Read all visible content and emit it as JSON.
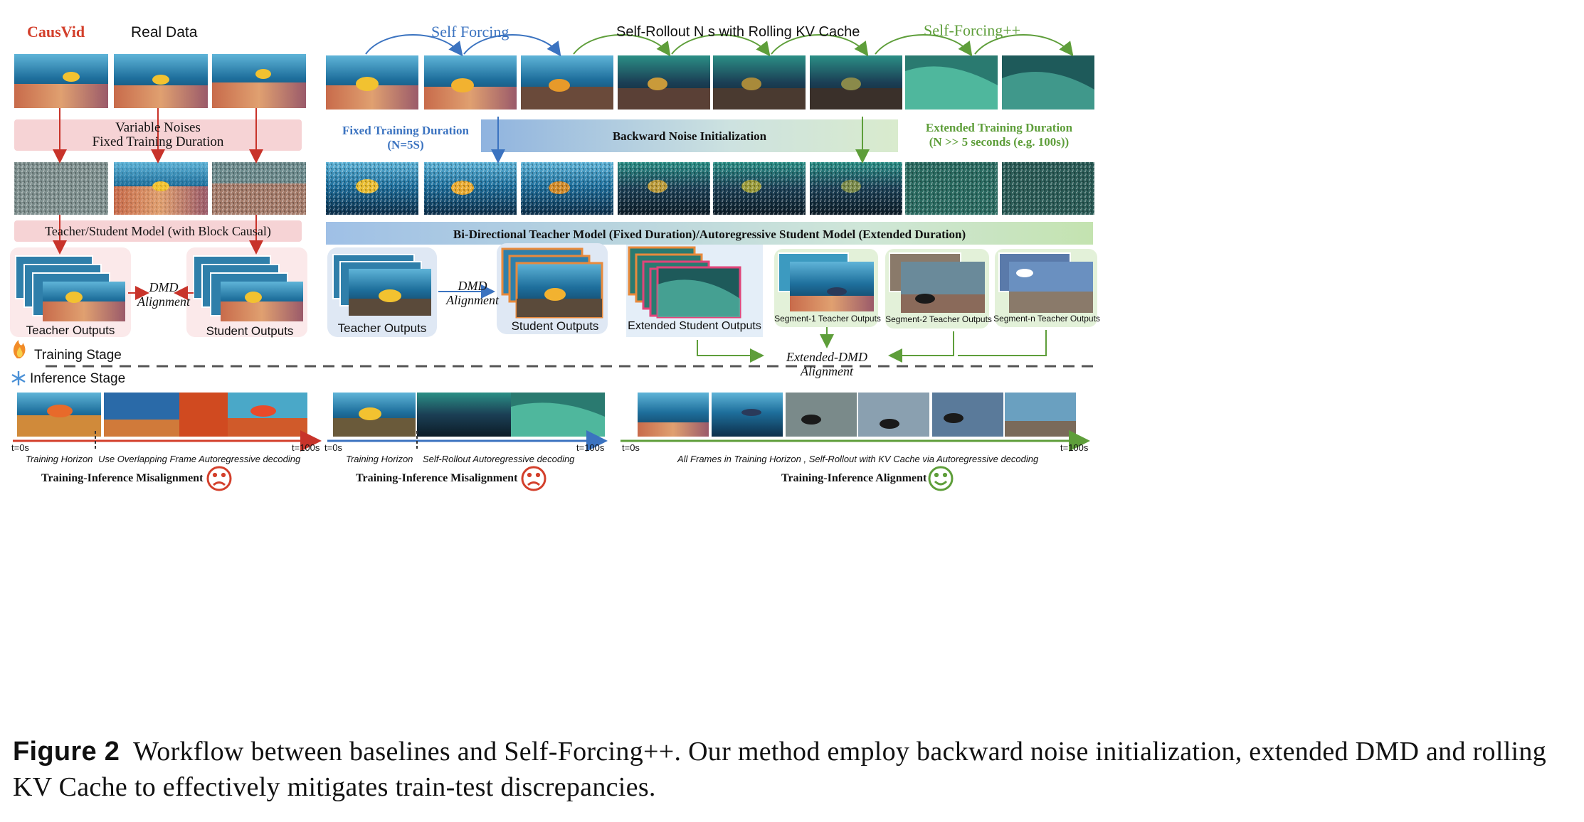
{
  "baseline_left": {
    "method": "CausVid",
    "data_label": "Real Data",
    "noise_bar": [
      "Variable Noises",
      "Fixed Training Duration"
    ],
    "model_bar": "Teacher/Student Model (with Block Causal)",
    "teacher_label": "Teacher Outputs",
    "student_label": "Student Outputs",
    "dmd": [
      "DMD",
      "Alignment"
    ]
  },
  "rollout": {
    "method_self_forcing": "Self Forcing",
    "rollout_title": "Self-Rollout N s with Rolling KV Cache",
    "method_plus": "Self-Forcing++",
    "fixed_duration": [
      "Fixed Training Duration",
      "(N=5S)"
    ],
    "backward_noise": "Backward Noise Initialization",
    "extended_duration": [
      "Extended Training Duration",
      "(N >> 5 seconds (e.g. 100s))"
    ],
    "model_bar": "Bi-Directional Teacher Model (Fixed Duration)/Autoregressive Student Model (Extended Duration)",
    "teacher_label": "Teacher Outputs",
    "student_label": "Student Outputs",
    "extended_student_label": "Extended Student Outputs",
    "dmd": [
      "DMD",
      "Alignment"
    ],
    "segments": [
      "Segment-1 Teacher Outputs",
      "Segment-2 Teacher Outputs",
      "Segment-n Teacher Outputs"
    ],
    "extended_dmd": [
      "Extended-DMD",
      "Alignment"
    ]
  },
  "stages": {
    "training": "Training Stage",
    "inference": "Inference Stage",
    "fire_icon": "fire-icon",
    "snow_icon": "snowflake-icon"
  },
  "inference": {
    "left": {
      "start": "t=0s",
      "end": "t=100s",
      "horizon": "Training Horizon",
      "desc": "Use Overlapping Frame Autoregressive decoding",
      "verdict": "Training-Inference Misalignment",
      "face": "sad-face-icon"
    },
    "mid": {
      "start": "t=0s",
      "end": "t=100s",
      "horizon": "Training Horizon",
      "desc": "Self-Rollout Autoregressive decoding",
      "verdict": "Training-Inference Misalignment",
      "face": "sad-face-icon"
    },
    "right": {
      "start": "t=0s",
      "end": "t=100s",
      "desc": "All Frames in Training Horizon , Self-Rollout with KV Cache via Autoregressive decoding",
      "verdict": "Training-Inference Alignment",
      "face": "happy-face-icon"
    }
  },
  "caption": {
    "figure": "Figure 2",
    "text": "Workflow between baselines and Self-Forcing++. Our method employ backward noise initialization, extended DMD and rolling KV Cache to effectively mitigates train-test discrepancies."
  },
  "colors": {
    "red": "#d33f2b",
    "blue": "#3b73c0",
    "green": "#5e9e3a",
    "pink_bar": "#f6d3d5",
    "orange": "#e88a3c",
    "magenta": "#e0457a"
  }
}
